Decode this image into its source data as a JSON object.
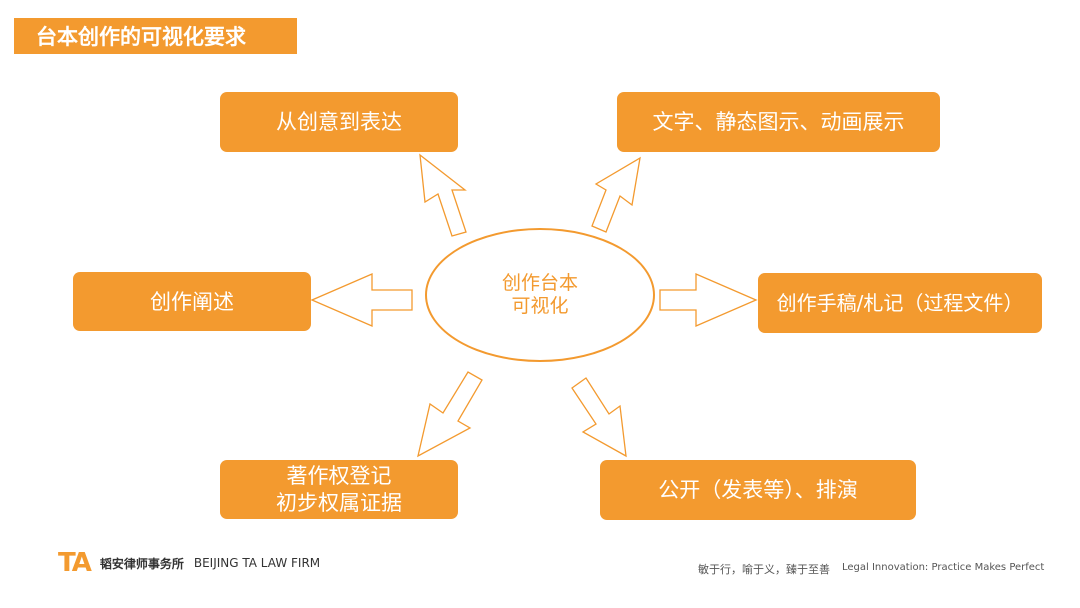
{
  "title": "台本创作的可视化要求",
  "center": {
    "line1": "创作台本",
    "line2": "可视化"
  },
  "nodes": {
    "top_left": "从创意到表达",
    "top_right": "文字、静态图示、动画展示",
    "mid_left": "创作阐述",
    "mid_right": "创作手稿/札记（过程文件）",
    "bottom_left_line1": "著作权登记",
    "bottom_left_line2": "初步权属证据",
    "bottom_right": "公开（发表等）、排演"
  },
  "footer": {
    "logo": "TA",
    "firm_cn": "韬安律师事务所",
    "firm_en": "BEIJING TA LAW FIRM",
    "motto_cn": "敏于行，喻于义，臻于至善",
    "motto_en": "Legal Innovation: Practice Makes Perfect"
  },
  "colors": {
    "accent": "#f39a2f",
    "text_on_accent": "#ffffff"
  }
}
